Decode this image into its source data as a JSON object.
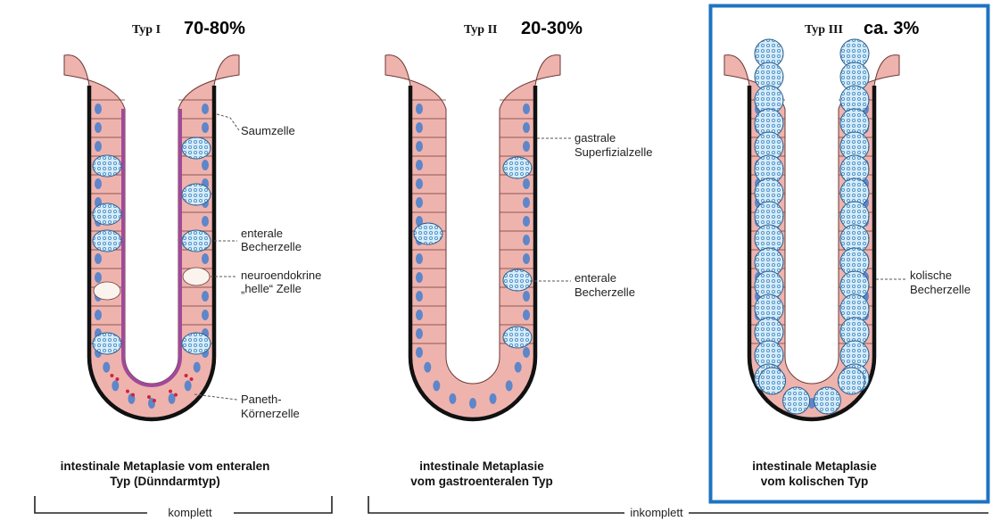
{
  "colors": {
    "cell_fill": "#efb3ae",
    "cell_light": "#f7d7d2",
    "nucleus": "#5e86c9",
    "brush_border": "#a04a9b",
    "goblet": "#cfe6f6",
    "goblet_dots": "#4d90c8",
    "paneth_granules": "#d2233a",
    "frame_blue": "#1f73c2"
  },
  "panel1": {
    "typ": "Typ I",
    "pct": "70-80%",
    "labels": {
      "saumzelle": "Saumzelle",
      "becher_1": "enterale",
      "becher_2": "Becherzelle",
      "helle_1": "neuroendokrine",
      "helle_2": "„helle“ Zelle",
      "paneth_1": "Paneth-",
      "paneth_2": "Körnerzelle"
    },
    "caption_1": "intestinale Metaplasie vom enteralen",
    "caption_2": "Typ (Dünndarmtyp)"
  },
  "panel2": {
    "typ": "Typ II",
    "pct": "20-30%",
    "labels": {
      "gastrale_1": "gastrale",
      "gastrale_2": "Superfizialzelle",
      "becher_1": "enterale",
      "becher_2": "Becherzelle"
    },
    "caption_1": "intestinale Metaplasie",
    "caption_2": "vom gastroenteralen Typ"
  },
  "panel3": {
    "typ": "Typ III",
    "pct": "ca. 3%",
    "labels": {
      "kolisch_1": "kolische",
      "kolisch_2": "Becherzelle"
    },
    "caption_1": "intestinale Metaplasie",
    "caption_2": "vom kolischen Typ"
  },
  "brackets": {
    "komplett": "komplett",
    "inkomplett": "inkomplett"
  }
}
